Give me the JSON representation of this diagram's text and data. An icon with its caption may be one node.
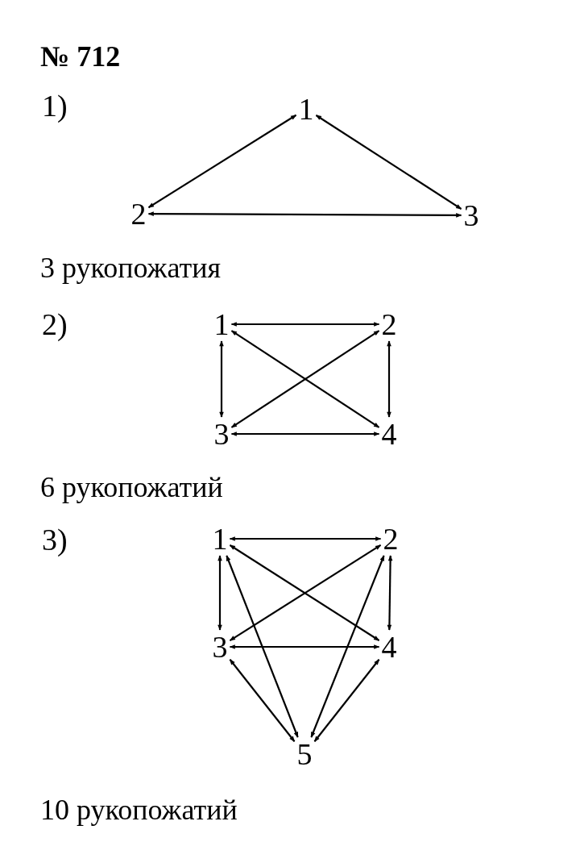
{
  "diagram": {
    "title": "№ 712",
    "nodes": [
      {
        "text": [
          "1"
        ]
      },
      {
        "text": [
          "2"
        ]
      },
      {
        "text": [
          "3"
        ]
      },
      {
        "text": [
          "1"
        ]
      },
      {
        "text": [
          "2"
        ]
      },
      {
        "text": [
          "3"
        ]
      },
      {
        "text": [
          "4"
        ]
      },
      {
        "text": [
          "1"
        ]
      },
      {
        "text": [
          "2"
        ]
      },
      {
        "text": [
          "3"
        ]
      },
      {
        "text": [
          "4"
        ]
      },
      {
        "text": [
          "5"
        ]
      }
    ],
    "edges": [
      {
        "from": 0,
        "to": 1,
        "arrow": "both"
      },
      {
        "from": 0,
        "to": 2,
        "arrow": "both"
      },
      {
        "from": 1,
        "to": 2,
        "arrow": "both"
      },
      {
        "from": 3,
        "to": 4,
        "arrow": "both"
      },
      {
        "from": 3,
        "to": 5,
        "arrow": "both"
      },
      {
        "from": 4,
        "to": 6,
        "arrow": "both"
      },
      {
        "from": 3,
        "to": 6,
        "arrow": "both"
      },
      {
        "from": 4,
        "to": 5,
        "arrow": "both"
      },
      {
        "from": 5,
        "to": 6,
        "arrow": "both"
      },
      {
        "from": 7,
        "to": 8,
        "arrow": "both"
      },
      {
        "from": 7,
        "to": 9,
        "arrow": "both"
      },
      {
        "from": 7,
        "to": 10,
        "arrow": "both"
      },
      {
        "from": 7,
        "to": 11,
        "arrow": "both"
      },
      {
        "from": 8,
        "to": 9,
        "arrow": "both"
      },
      {
        "from": 8,
        "to": 10,
        "arrow": "both"
      },
      {
        "from": 8,
        "to": 11,
        "arrow": "both"
      },
      {
        "from": 9,
        "to": 10,
        "arrow": "both"
      },
      {
        "from": 9,
        "to": 11,
        "arrow": "both"
      },
      {
        "from": 10,
        "to": 11,
        "arrow": "both"
      }
    ],
    "labels": [
      "1)",
      "3 рукопожатия",
      "2)",
      "6 рукопожатий",
      "3)",
      "10 рукопожатий"
    ]
  }
}
